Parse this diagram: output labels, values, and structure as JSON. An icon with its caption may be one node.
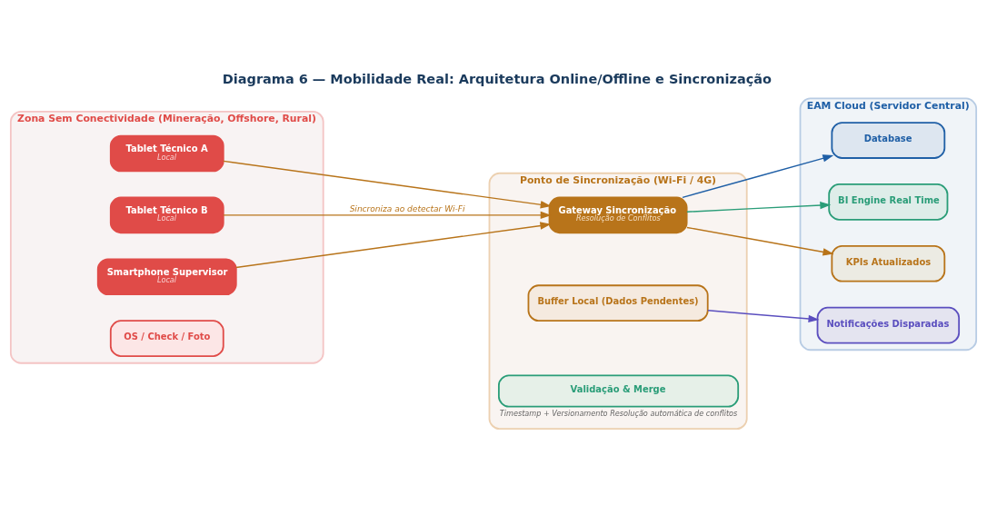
{
  "diagram": {
    "title": "Diagrama 6 — Mobilidade Real: Arquitetura Online/Offline e Sincronização",
    "nodes": [
      {
        "text": [
          "Zona Sem Conectividade (Mineração, Offshore, Rural)"
        ]
      },
      {
        "text": [
          "Tablet Técnico A",
          "Local"
        ],
        "in": 0
      },
      {
        "text": [
          "Tablet Técnico B",
          "Local"
        ],
        "in": 0
      },
      {
        "text": [
          "Smartphone Supervisor",
          "Local"
        ],
        "in": 0
      },
      {
        "text": [
          "OS / Check / Foto"
        ],
        "in": 0
      },
      {
        "text": [
          "Ponto de Sincronização (Wi-Fi / 4G)"
        ]
      },
      {
        "text": [
          "Gateway Sincronização",
          "Resolução de Conflitos"
        ],
        "in": 5
      },
      {
        "text": [
          "Buffer Local (Dados Pendentes)"
        ],
        "in": 5
      },
      {
        "text": [
          "Validação & Merge"
        ],
        "in": 5,
        "beside": [
          "Timestamp + Versionamento Resolução automática de conflitos"
        ]
      },
      {
        "text": [
          "EAM Cloud (Servidor Central)"
        ]
      },
      {
        "text": [
          "Database"
        ],
        "in": 9
      },
      {
        "text": [
          "BI Engine Real Time"
        ],
        "in": 9
      },
      {
        "text": [
          "KPIs Atualizados"
        ],
        "in": 9
      },
      {
        "text": [
          "Notificações Disparadas"
        ],
        "in": 9
      }
    ],
    "edges": [
      {
        "from": 1,
        "to": 6,
        "arrow": "to"
      },
      {
        "from": 2,
        "to": 6,
        "arrow": "to",
        "label": "Sincroniza ao detectar Wi-Fi"
      },
      {
        "from": 3,
        "to": 6,
        "arrow": "to"
      },
      {
        "from": 6,
        "to": 10,
        "arrow": "to",
        "color": "#1f5fa6"
      },
      {
        "from": 6,
        "to": 11,
        "arrow": "to",
        "color": "#2a9d78"
      },
      {
        "from": 6,
        "to": 12,
        "arrow": "to"
      },
      {
        "from": 7,
        "to": 13,
        "arrow": "to",
        "color": "#5b4fbf"
      }
    ]
  }
}
